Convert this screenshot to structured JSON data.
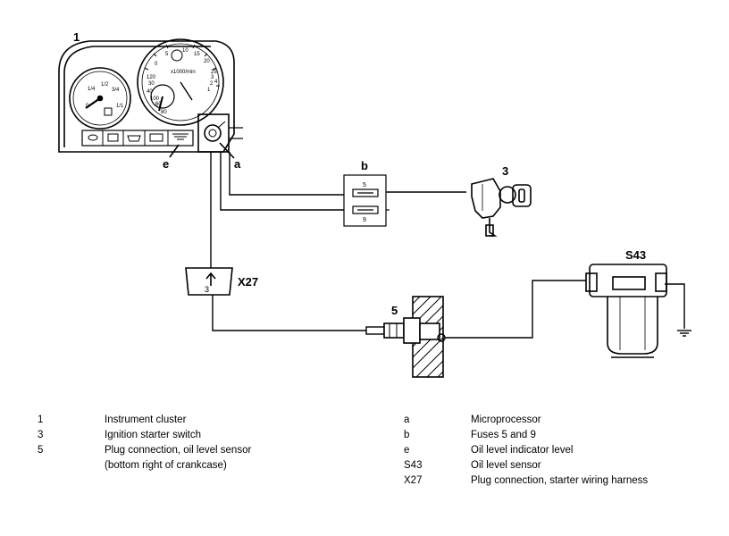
{
  "diagram": {
    "labels": {
      "cluster": "1",
      "microprocessor": "a",
      "fuses": "b",
      "ignition_switch": "3",
      "indicator": "e",
      "plug_x27": "X27",
      "plug_x27_pin": "3",
      "plug_sensor": "5",
      "oil_sensor": "S43",
      "fuse_5": "5",
      "fuse_9": "9"
    },
    "gauge_left_ticks": [
      "1/4",
      "1/2",
      "3/4",
      "0",
      "1/1"
    ],
    "gauge_right_ticks": [
      "0",
      "5",
      "10",
      "15",
      "20",
      "25",
      "30",
      "40",
      "60",
      "80",
      "100",
      "120",
      "1",
      "2",
      "3",
      "4"
    ],
    "gauge_right_sub": "x1000/min"
  },
  "legend": {
    "left": [
      {
        "key": "1",
        "text": "Instrument cluster"
      },
      {
        "key": "3",
        "text": "Ignition starter switch"
      },
      {
        "key": "5",
        "text": "Plug connection, oil level sensor"
      },
      {
        "key": "",
        "text": "(bottom right of crankcase)"
      }
    ],
    "right": [
      {
        "key": "a",
        "text": "Microprocessor"
      },
      {
        "key": "b",
        "text": "Fuses 5 and 9"
      },
      {
        "key": "e",
        "text": "Oil level indicator level"
      },
      {
        "key": "S43",
        "text": "Oil level sensor"
      },
      {
        "key": "X27",
        "text": "Plug connection, starter wiring harness"
      }
    ]
  }
}
